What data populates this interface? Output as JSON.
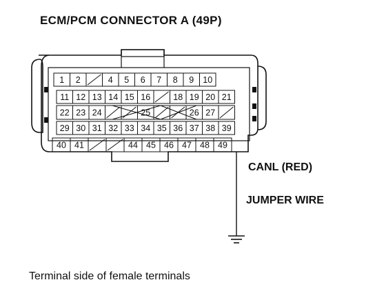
{
  "title": "ECM/PCM CONNECTOR A (49P)",
  "wire_color_label": "CANL (RED)",
  "jumper_label": "JUMPER WIRE",
  "caption": "Terminal side of female terminals",
  "rows": [
    [
      "1",
      "2",
      "X",
      "4",
      "5",
      "6",
      "7",
      "8",
      "9",
      "10"
    ],
    [
      "11",
      "12",
      "13",
      "14",
      "15",
      "16",
      "X",
      "18",
      "19",
      "20",
      "21"
    ],
    [
      "22",
      "23",
      "24",
      "X",
      "X",
      "25",
      "X",
      "X",
      "26",
      "27",
      "X"
    ],
    [
      "29",
      "30",
      "31",
      "32",
      "33",
      "34",
      "35",
      "36",
      "37",
      "38",
      "39"
    ],
    [
      "40",
      "41",
      "X",
      "X",
      "44",
      "45",
      "46",
      "47",
      "48",
      "49"
    ]
  ],
  "probed_terminal": "49"
}
